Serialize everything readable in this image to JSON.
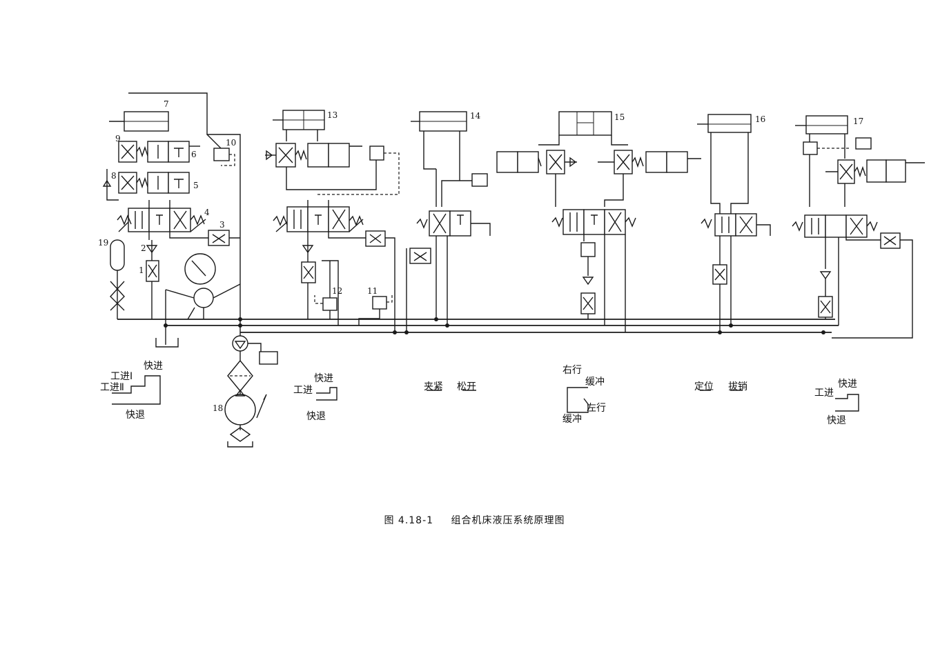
{
  "figure": {
    "number": "图 4.18-1",
    "title": "组合机床液压系统原理图"
  },
  "component_numbers": [
    "1",
    "2",
    "3",
    "4",
    "5",
    "6",
    "7",
    "8",
    "9",
    "10",
    "11",
    "12",
    "13",
    "14",
    "15",
    "16",
    "17",
    "18",
    "19"
  ],
  "motion_labels": {
    "c7_fast_in": "快进",
    "c7_work_in_1": "工进Ⅰ",
    "c7_work_in_2": "工进Ⅱ",
    "c7_fast_back": "快退",
    "c13_fast_in": "快进",
    "c13_work_in": "工进",
    "c13_fast_back": "快退",
    "c14_clamp": "夹紧",
    "c14_release": "松开",
    "c15_right": "右行",
    "c15_buffer_top": "缓冲",
    "c15_left": "左行",
    "c15_buffer_bottom": "缓冲",
    "c16_locate": "定位",
    "c16_pull_pin": "拔销",
    "c17_fast_in": "快进",
    "c17_work_in": "工进",
    "c17_fast_back": "快退"
  }
}
